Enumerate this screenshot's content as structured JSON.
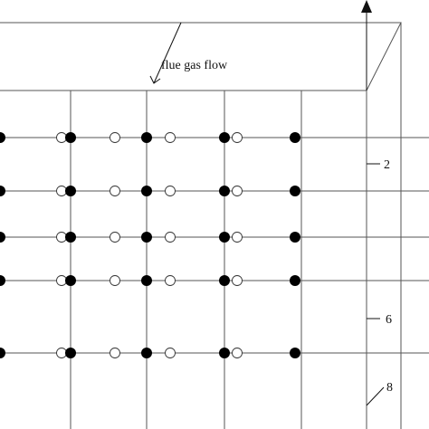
{
  "figure": {
    "flow_label": "flue gas flow",
    "axis_ticks": [
      "2",
      "6",
      "8"
    ],
    "colors": {
      "line": "#555555",
      "filled_point": "#000000",
      "open_point": "#ffffff"
    }
  },
  "measurement_grid": {
    "rows": 5,
    "filled_columns": 5,
    "open_columns": 4,
    "filled_per_row": 5,
    "open_per_row": 4
  }
}
